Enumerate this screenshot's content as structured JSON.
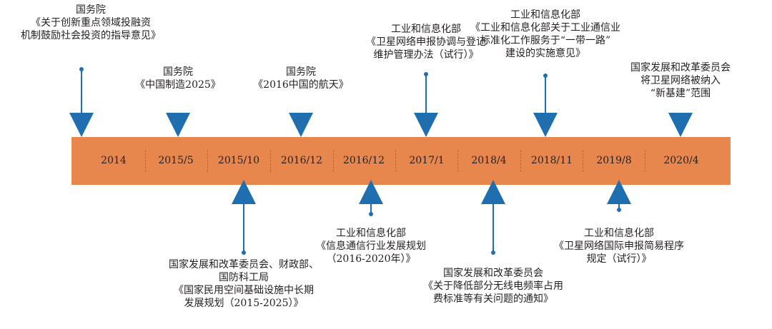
{
  "timeline": {
    "years": [
      "2014",
      "2015/5",
      "2015/10",
      "2016/12",
      "2016/12",
      "2017/1",
      "2018/4",
      "2018/11",
      "2019/8",
      "2020/4"
    ],
    "events": [
      {
        "position": "above",
        "lines": [
          "国务院",
          "《关于创新重点领域投融资",
          "机制鼓励社会投资的指导意见》"
        ]
      },
      {
        "position": "above",
        "lines": [
          "国务院",
          "《中国制造2025》"
        ]
      },
      {
        "position": "below",
        "lines": [
          "国家发展和改革委员会、财政部、",
          "国防科工局",
          "《国家民用空间基础设施中长期",
          "发展规划（2015-2025）》"
        ]
      },
      {
        "position": "above",
        "lines": [
          "国务院",
          "《2016中国的航天》"
        ]
      },
      {
        "position": "below",
        "lines": [
          "工业和信息化部",
          "《信息通信行业发展规划",
          "（2016-2020年）》"
        ]
      },
      {
        "position": "above",
        "lines": [
          "工业和信息化部",
          "《卫星网络申报协调与登记",
          "维护管理办法（试行）》"
        ]
      },
      {
        "position": "below",
        "lines": [
          "国家发展和改革委员会",
          "《关于降低部分无线电频率占用",
          "费标准等有关问题的通知》"
        ]
      },
      {
        "position": "above",
        "lines": [
          "工业和信息化部",
          "《工业和信息化部关于工业通信业",
          "标准化工作服务于“一带一路”",
          "建设的实施意见》"
        ]
      },
      {
        "position": "below",
        "lines": [
          "工业和信息化部",
          "《卫星网络国际申报简易程序",
          "规定（试行）》"
        ]
      },
      {
        "position": "above",
        "lines": [
          "国家发展和改革委员会",
          "将卫星网络被纳入",
          "“新基建”范围"
        ]
      }
    ]
  },
  "colors": {
    "bar": "#e8874d",
    "arrow": "#1f6fb0",
    "text": "#231f20"
  }
}
